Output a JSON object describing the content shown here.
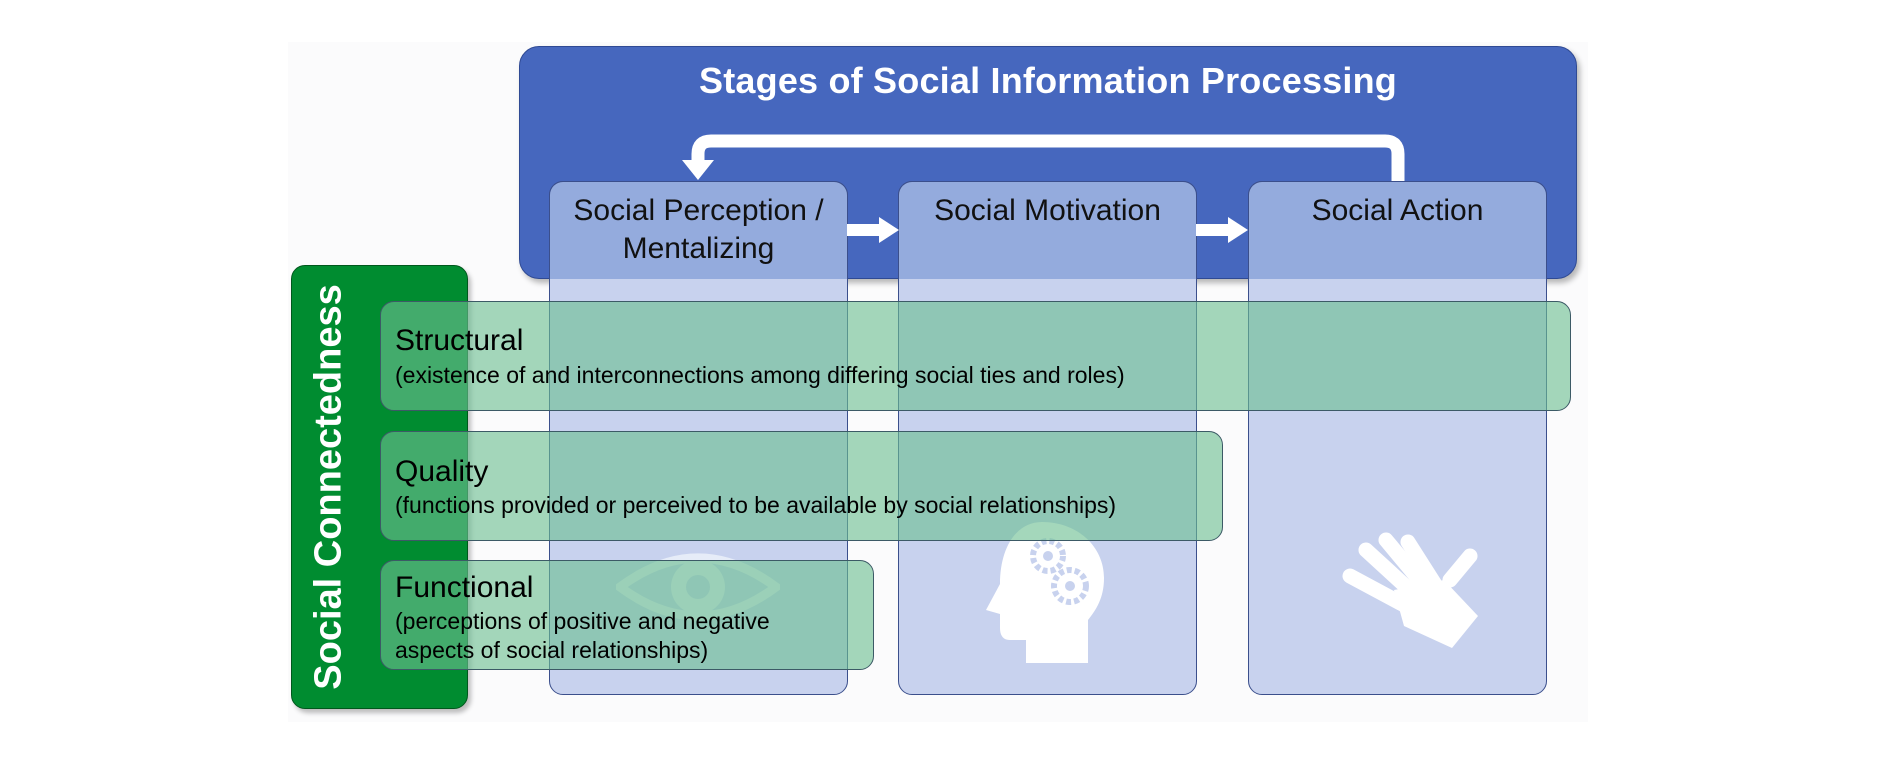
{
  "header": {
    "title": "Stages of Social Information Processing"
  },
  "stages": [
    {
      "line1": "Social Perception /",
      "line2": "Mentalizing",
      "icon": "eye-icon"
    },
    {
      "line1": "Social Motivation",
      "line2": "",
      "icon": "head-gears-icon"
    },
    {
      "line1": "Social Action",
      "line2": "",
      "icon": "hand-icon"
    }
  ],
  "social_connectedness": {
    "title": "Social Connectedness",
    "dimensions": [
      {
        "name": "Structural",
        "desc1": "(existence of and interconnections among differing social ties and roles)",
        "desc2": ""
      },
      {
        "name": "Quality",
        "desc1": "(functions provided or perceived to be available by social relationships)",
        "desc2": ""
      },
      {
        "name": "Functional",
        "desc1": "(perceptions of positive and negative",
        "desc2": "aspects of social relationships)"
      }
    ]
  },
  "colors": {
    "header_blue": "#4667be",
    "stage_head": "#94abdd",
    "stage_body": "#c8d2ee",
    "connectedness_green": "#008c30",
    "dimension_green": "#6cbe92"
  }
}
